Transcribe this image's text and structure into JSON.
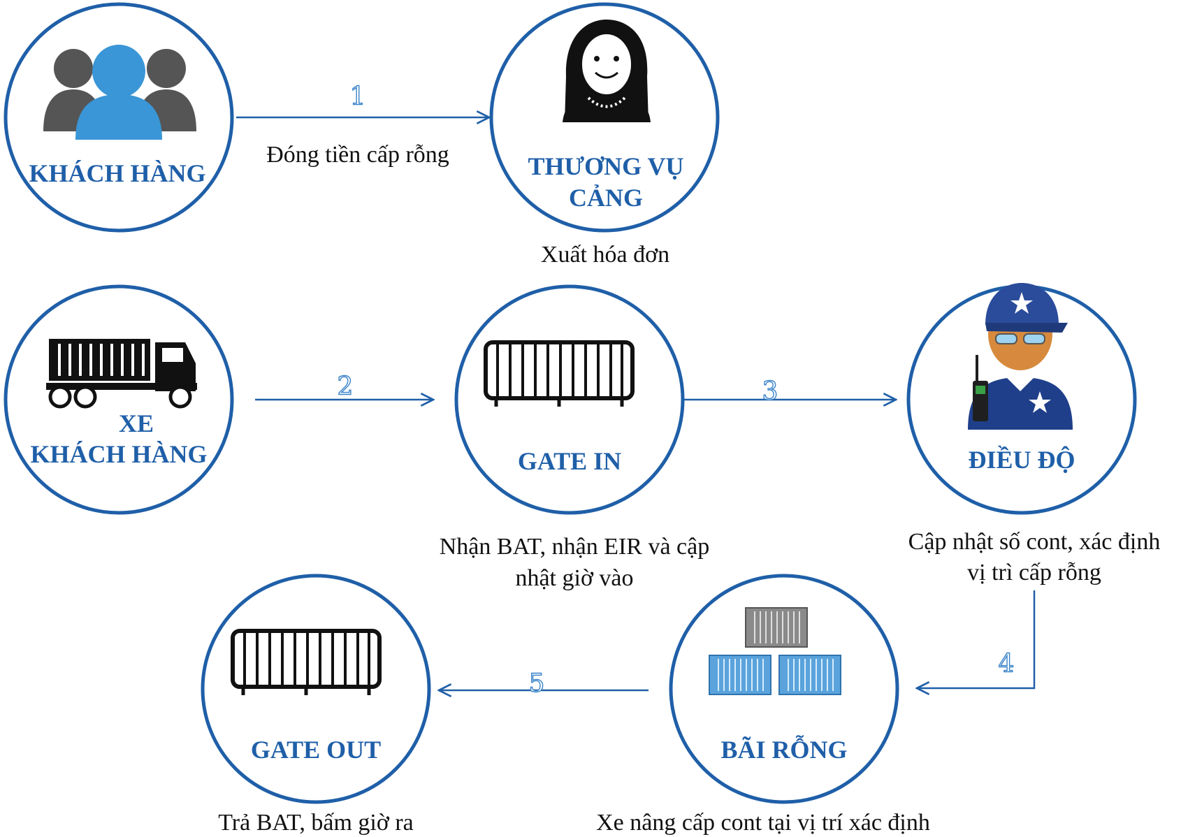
{
  "nodes": {
    "khach_hang": {
      "label": "KHÁCH HÀNG",
      "icon": "people-group-icon"
    },
    "thuong_vu": {
      "label_line1": "THƯƠNG VỤ",
      "label_line2": "CẢNG",
      "icon": "woman-avatar-icon"
    },
    "xe_khach_hang": {
      "label_line1": "XE",
      "label_line2": "KHÁCH HÀNG",
      "icon": "container-truck-icon"
    },
    "gate_in": {
      "label": "GATE IN",
      "icon": "barrier-gate-icon"
    },
    "dieu_do": {
      "label": "ĐIỀU ĐỘ",
      "icon": "dispatcher-guard-icon"
    },
    "gate_out": {
      "label": "GATE OUT",
      "icon": "barrier-gate-icon"
    },
    "bai_rong": {
      "label": "BÃI RỖNG",
      "icon": "stacked-containers-icon"
    }
  },
  "steps": [
    {
      "number": "1",
      "caption": "Đóng tiền cấp rỗng"
    },
    {
      "number": "2",
      "caption": ""
    },
    {
      "number": "3",
      "caption": ""
    },
    {
      "number": "4",
      "caption": ""
    },
    {
      "number": "5",
      "caption": ""
    }
  ],
  "captions": {
    "thuong_vu": "Xuất hóa đơn",
    "gate_in_line1": "Nhận BAT, nhận EIR và cập",
    "gate_in_line2": "nhật giờ vào",
    "dieu_do_line1": "Cập nhật số cont, xác định",
    "dieu_do_line2": "vị trì cấp rỗng",
    "gate_out": "Trả BAT, bấm giờ ra",
    "bai_rong": "Xe nâng cấp cont tại vị trí xác định"
  },
  "colors": {
    "node_border": "#1f5fa8",
    "label": "#1f5fa8",
    "arrow": "#1f5fa8",
    "step_outline": "#3a83c9",
    "container_blue": "#5aa3dc",
    "container_grey": "#8a8a8a"
  }
}
